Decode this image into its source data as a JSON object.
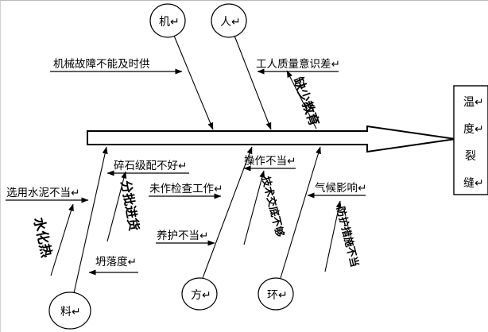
{
  "diagram_type": "fishbone-cause-effect",
  "effect": {
    "text": "温度裂缝",
    "chars": [
      "温↵",
      "度↵",
      "裂",
      "缝↵"
    ]
  },
  "categories": {
    "machine": "机↵",
    "person": "人↵",
    "material": "料↵",
    "method": "方↵",
    "environment": "环↵"
  },
  "causes": {
    "machine_fault": "机械故障不能及时供",
    "worker_quality_awareness": "工人质量意识差↵",
    "lack_of_education": "缺少教育",
    "improper_cement_selection": "选用水泥不当↵",
    "hydration_heat": "水化热",
    "poor_gravel_gradation": "碎石级配不好↵",
    "batch_purchasing": "分批进货",
    "slump": "坍落度↵",
    "no_inspection_work": "未作检查工作↵",
    "improper_curing": "养护不当↵",
    "improper_operation": "操作不当↵",
    "insufficient_technical_briefing": "技术交底不够",
    "climate_influence": "气候影响↵",
    "improper_protection_measures": "防护措施不当"
  },
  "colors": {
    "line": "#000000",
    "background": "#ffffff",
    "text": "#000000"
  }
}
